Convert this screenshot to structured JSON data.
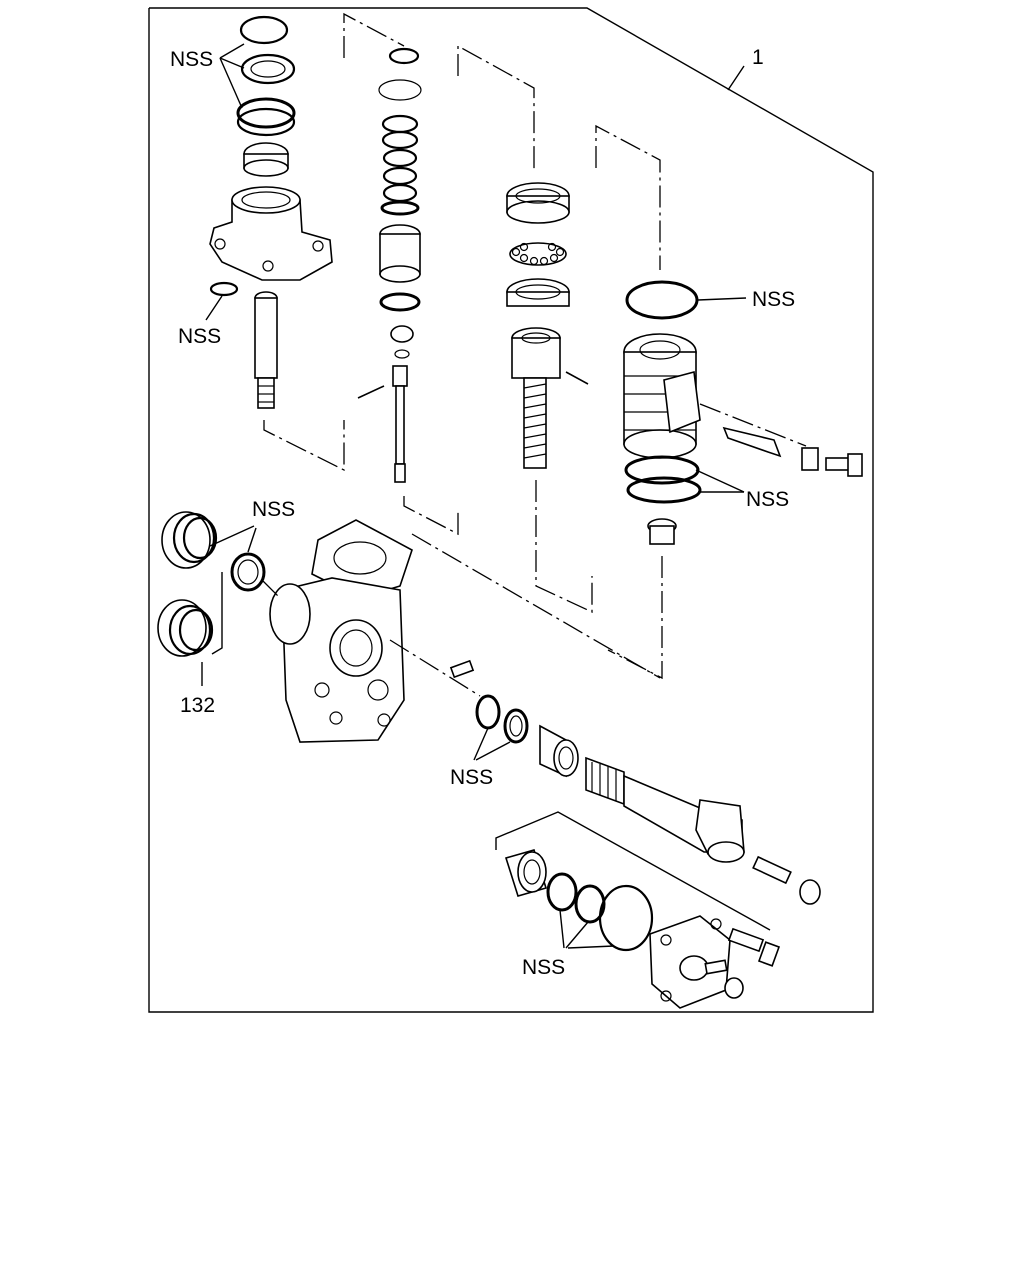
{
  "callouts": {
    "assembly_number": "1",
    "item_number": "132",
    "nss_label": "NSS"
  },
  "labels": [
    {
      "id": "nss-top-left-washers",
      "text": "NSS"
    },
    {
      "id": "nss-small-oring",
      "text": "NSS"
    },
    {
      "id": "nss-large-oring",
      "text": "NSS"
    },
    {
      "id": "nss-piston-rings",
      "text": "NSS"
    },
    {
      "id": "nss-housing-seal",
      "text": "NSS"
    },
    {
      "id": "nss-shaft-seals",
      "text": "NSS"
    },
    {
      "id": "nss-cover-seals",
      "text": "NSS"
    }
  ]
}
